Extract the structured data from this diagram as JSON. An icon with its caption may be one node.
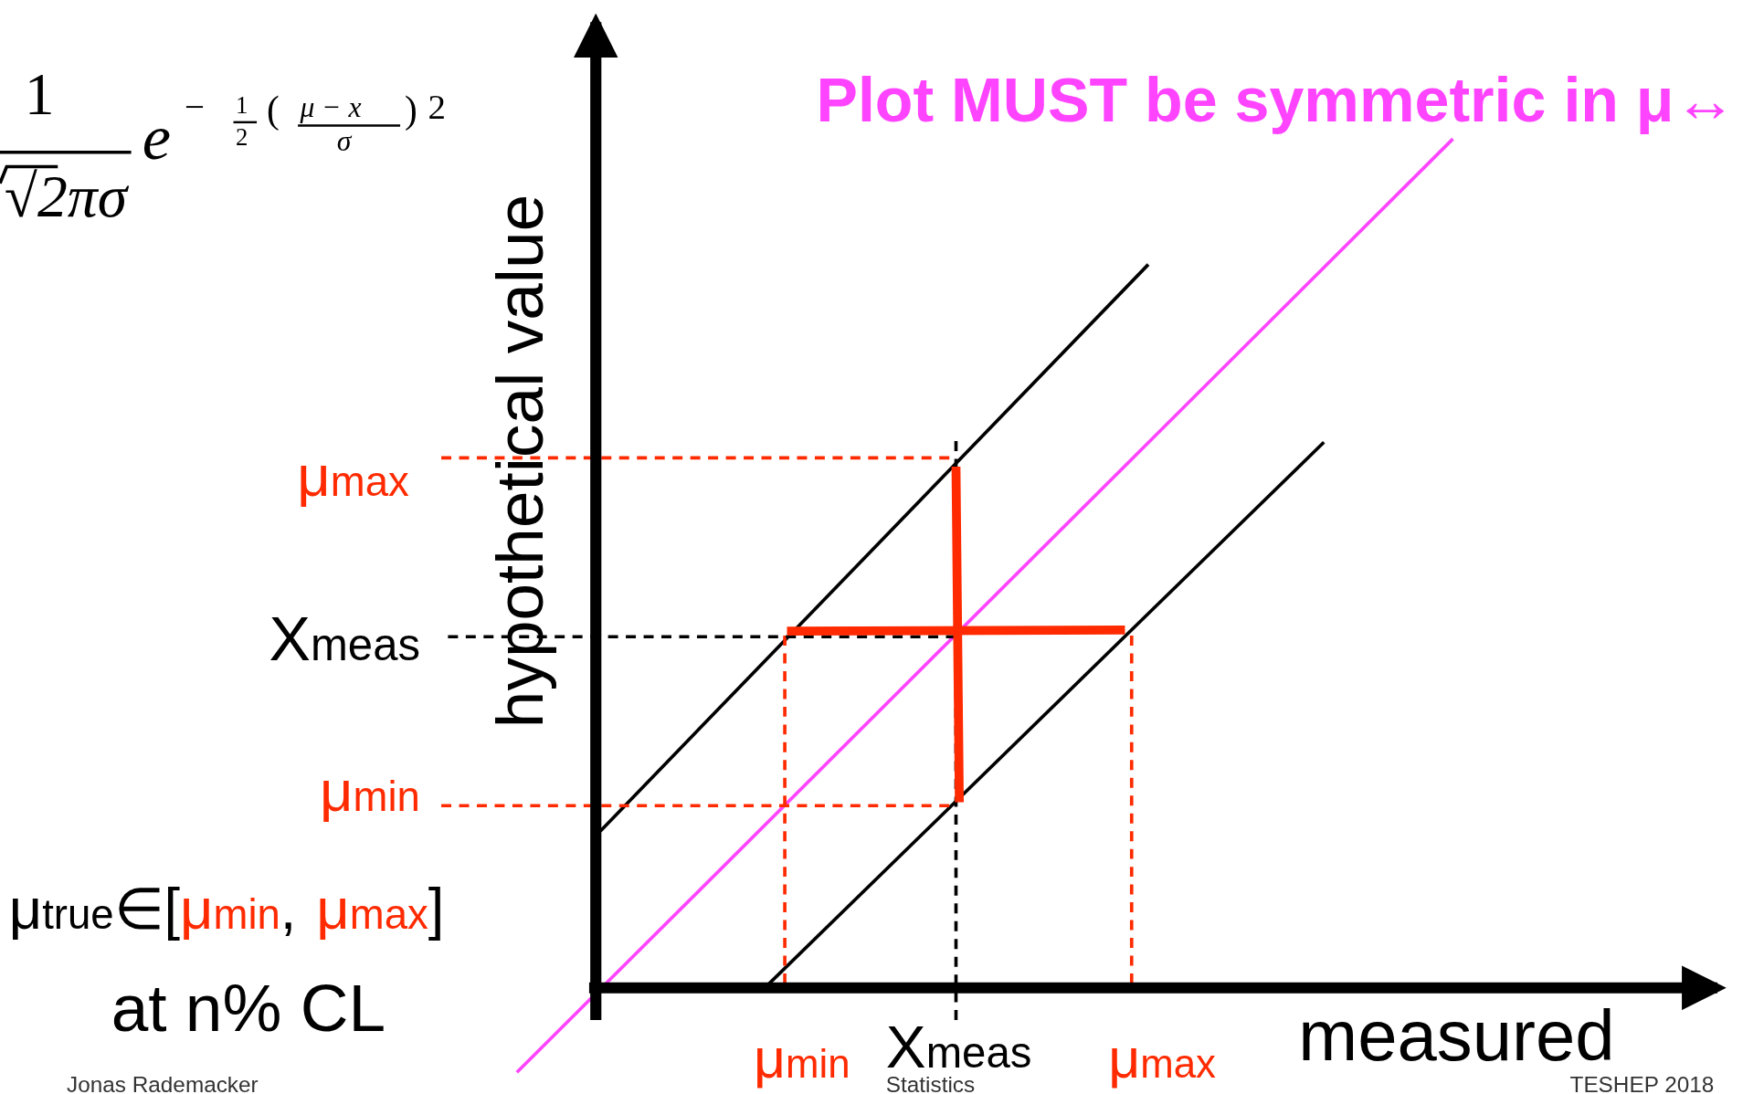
{
  "diagram": {
    "labels": [
      "Plot MUST be symmetric in μ↔",
      "1",
      "√2πσ",
      "e",
      "−",
      "1",
      "2",
      "(",
      "μ − x",
      "σ",
      ")",
      "2",
      "μ$_{max}$",
      "X$_{meas}$",
      "μ$_{min}$",
      "hypothetical value",
      "μ$_{true}$∈[",
      "μ$_{min}$",
      ",",
      "μ$_{max}$",
      "]",
      "at n% CL",
      "μ$_{min}$",
      "X$_{meas}$",
      "μ$_{max}$",
      "measured",
      "Jonas Rademacker",
      "Statistics",
      "TESHEP 2018"
    ]
  }
}
